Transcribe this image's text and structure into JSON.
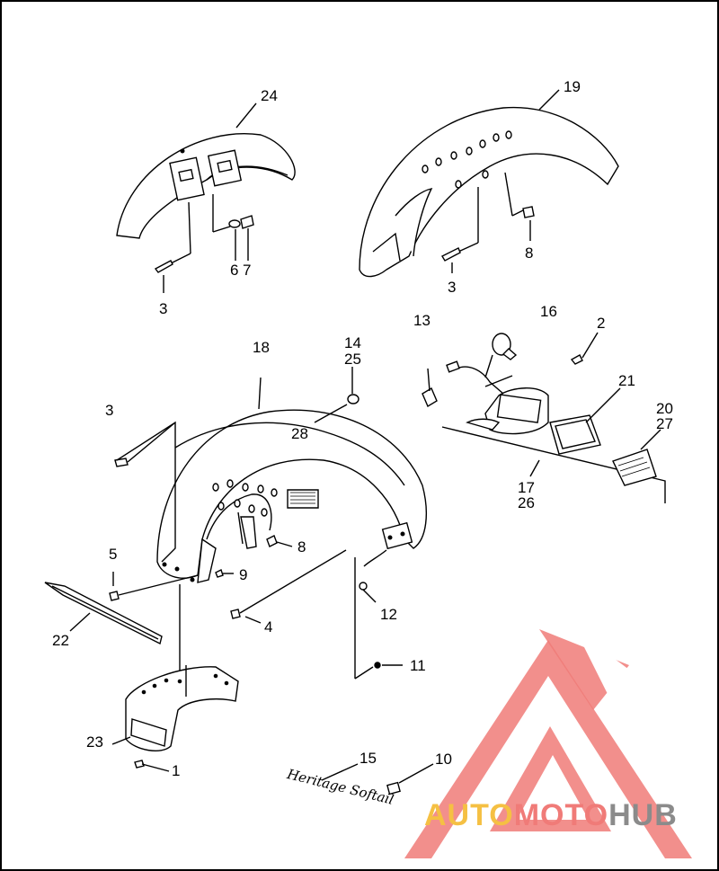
{
  "callouts": {
    "c24": "24",
    "c19": "19",
    "c6": "6",
    "c7": "7",
    "c3a": "3",
    "c3b": "3",
    "c8a": "8",
    "c13": "13",
    "c16": "16",
    "c2": "2",
    "c18": "18",
    "c14": "14",
    "c25": "25",
    "c3c": "3",
    "c28": "28",
    "c21": "21",
    "c20": "20",
    "c27": "27",
    "c17": "17",
    "c26": "26",
    "c5": "5",
    "c8b": "8",
    "c9": "9",
    "c12": "12",
    "c4": "4",
    "c22": "22",
    "c11": "11",
    "c23": "23",
    "c15": "15",
    "c10": "10",
    "c1": "1"
  },
  "script_emblem": "Heritage Softail",
  "brand": {
    "auto": "AUTO",
    "moto": "MOTO",
    "hub": "HUB"
  },
  "colors": {
    "logo_red": "#f07b78",
    "auto_yellow": "#f5c043",
    "moto_red": "#f07b78",
    "hub_gray": "#8b8b8b"
  }
}
